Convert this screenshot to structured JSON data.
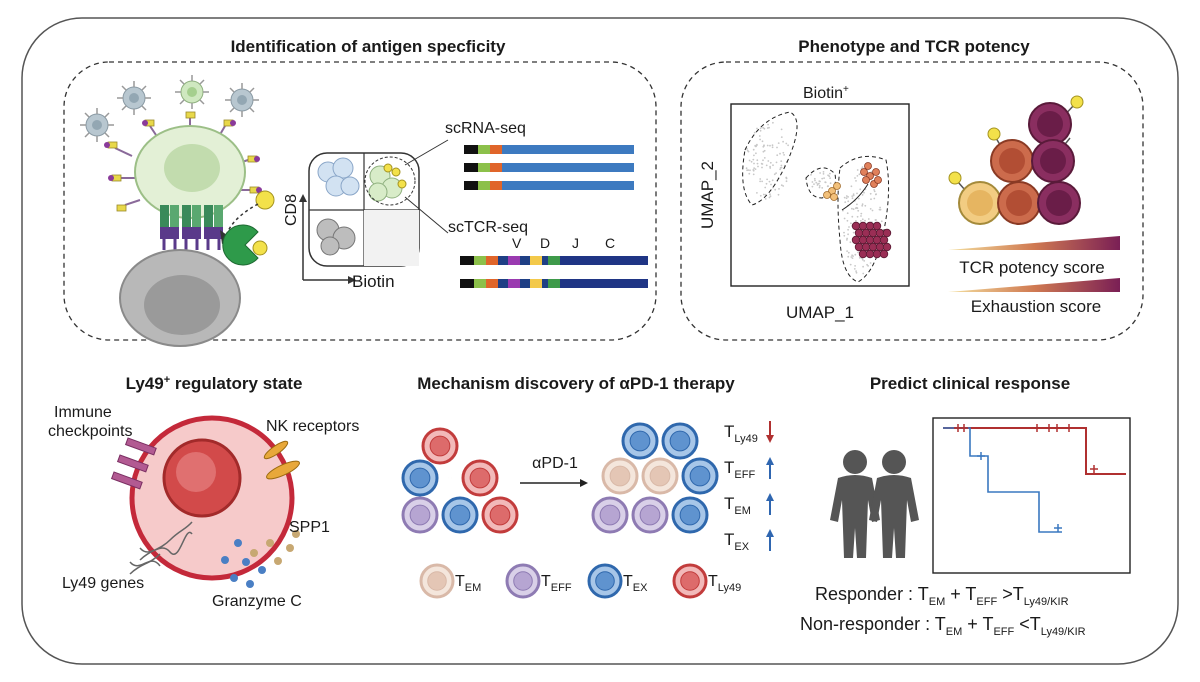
{
  "panels": {
    "antigen": {
      "title": "Identification of antigen specficity",
      "axis_y": "CD8",
      "axis_x": "Biotin",
      "scrna": "scRNA-seq",
      "sctcr": "scTCR-seq",
      "segments": {
        "v": "V",
        "d": "D",
        "j": "J",
        "c": "C"
      }
    },
    "phenotype": {
      "title": "Phenotype and TCR potency",
      "umap_title": "Biotin",
      "umap_title_sup": "+",
      "umap_x": "UMAP_1",
      "umap_y": "UMAP_2",
      "score1": "TCR potency score",
      "score2": "Exhaustion score"
    },
    "ly49": {
      "title": "Ly49",
      "title_sup": "+",
      "title_rest": " regulatory state",
      "label_checkpoints_1": "Immune",
      "label_checkpoints_2": "checkpoints",
      "label_nk": "NK receptors",
      "label_spp1": "SPP1",
      "label_genes": "Ly49 genes",
      "label_granzyme": "Granzyme C"
    },
    "mechanism": {
      "title": "Mechanism discovery of αPD-1 therapy",
      "arrow_label": "αPD-1",
      "t": "T",
      "changes": [
        {
          "sub": "Ly49",
          "dir": "down",
          "color": "#b03030"
        },
        {
          "sub": "EFF",
          "dir": "up",
          "color": "#2f66b0"
        },
        {
          "sub": "EM",
          "dir": "up",
          "color": "#2f66b0"
        },
        {
          "sub": "EX",
          "dir": "up",
          "color": "#2f66b0"
        }
      ],
      "legend": [
        {
          "sub": "EM",
          "ring": "#d9b9a8",
          "fill": "#f4e6dc",
          "nuc": "#e4c6b5"
        },
        {
          "sub": "EFF",
          "ring": "#8e7bb3",
          "fill": "#d9d0e8",
          "nuc": "#b6a5d2"
        },
        {
          "sub": "EX",
          "ring": "#2f68ad",
          "fill": "#a7c6e8",
          "nuc": "#5f93cf"
        },
        {
          "sub": "Ly49",
          "ring": "#c23c3c",
          "fill": "#f2b9b9",
          "nuc": "#dd6b6b"
        }
      ]
    },
    "clinical": {
      "title": "Predict clinical response",
      "responder": "Responder : T",
      "nonresponder": "Non-responder : T",
      "em": "EM",
      "eff": "EFF",
      "kir": "Ly49/KIR",
      "plus": " + T",
      "gt": " >T",
      "lt": " <T",
      "red": "#b03030",
      "blue": "#3a78c0"
    }
  }
}
